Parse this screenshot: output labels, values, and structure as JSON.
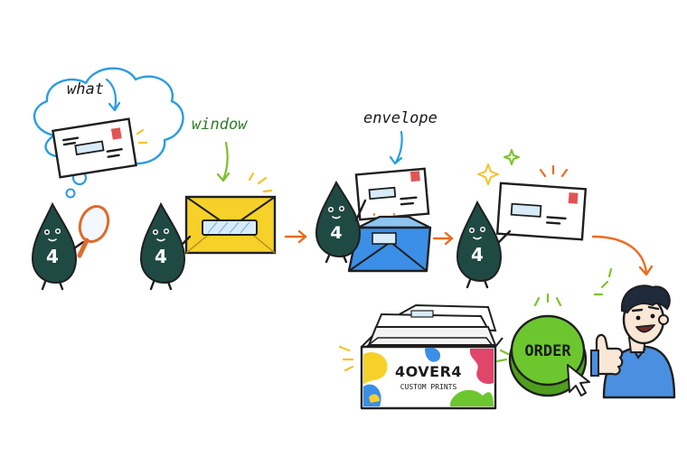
{
  "labels": {
    "what": "what",
    "window": "window",
    "envelope": "envelope"
  },
  "mascot": {
    "number": "4"
  },
  "box": {
    "brand": "4OVER4",
    "tagline": "CUSTOM PRINTS"
  },
  "order_button": {
    "label": "ORDER"
  },
  "colors": {
    "mascot": "#1f4a43",
    "label_what": "#1a1a1a",
    "label_window": "#2f7d2a",
    "label_envelope": "#1a1a1a",
    "arrow_what": "#2a9de0",
    "arrow_window": "#7cbf2a",
    "arrow_envelope": "#2a9de0",
    "flow_arrow": "#ee6a1f",
    "envelope_yellow": "#f6d12a",
    "envelope_blue": "#3b8fe6",
    "window_fill": "#d7ebf9",
    "stamp": "#e05454",
    "order_green": "#6cc72f",
    "shirt_blue": "#4a8fe0",
    "sparkle_green": "#7cc32a",
    "sparkle_yellow": "#f5c22a"
  },
  "icons": [
    "thought-cloud-icon",
    "magnifier-icon",
    "stamp-icon",
    "sparkle-icon",
    "pointer-cursor-icon",
    "thumbs-up-icon"
  ]
}
